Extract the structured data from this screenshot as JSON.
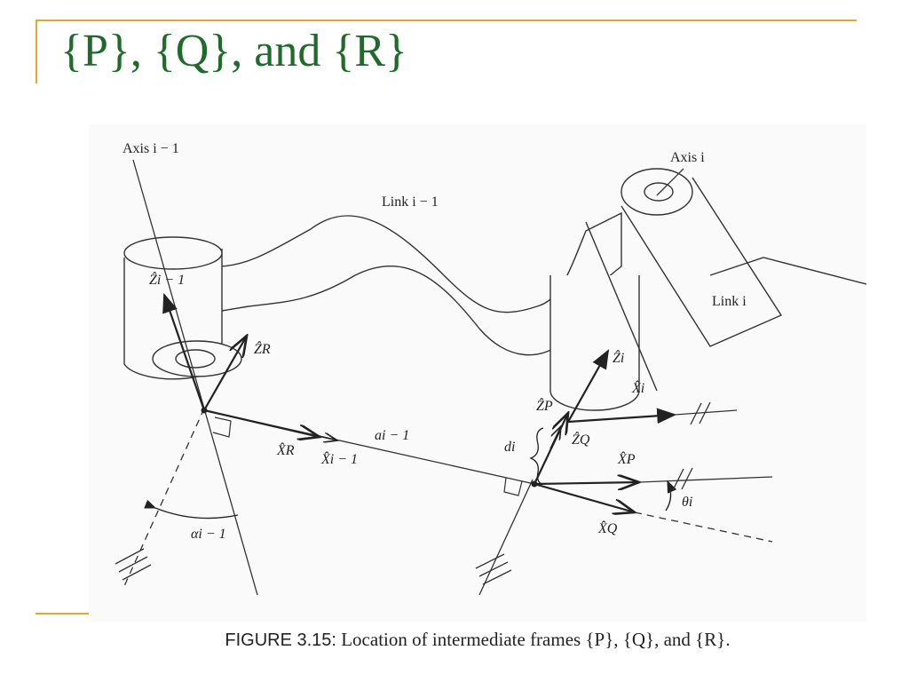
{
  "slide": {
    "title": "{P}, {Q}, and {R}",
    "accent_color": "#e0a92a",
    "title_color": "#1f6b2b"
  },
  "figure": {
    "labels": {
      "axis_prev": "Axis i − 1",
      "axis_i": "Axis i",
      "link_prev": "Link i − 1",
      "link_i": "Link i",
      "z_prev": "Ẑi − 1",
      "z_r": "ẐR",
      "x_r": "X̂R",
      "x_prev": "X̂i − 1",
      "a_prev": "ai − 1",
      "alpha_prev": "αi − 1",
      "z_i": "Ẑi",
      "x_i": "X̂i",
      "z_p": "ẐP",
      "z_q": "ẐQ",
      "x_p": "X̂P",
      "x_q": "X̂Q",
      "d_i": "di",
      "theta_i": "θi"
    }
  },
  "caption": {
    "figure_number": "FIGURE 3.15:",
    "text": "Location of intermediate frames {P}, {Q}, and {R}."
  }
}
